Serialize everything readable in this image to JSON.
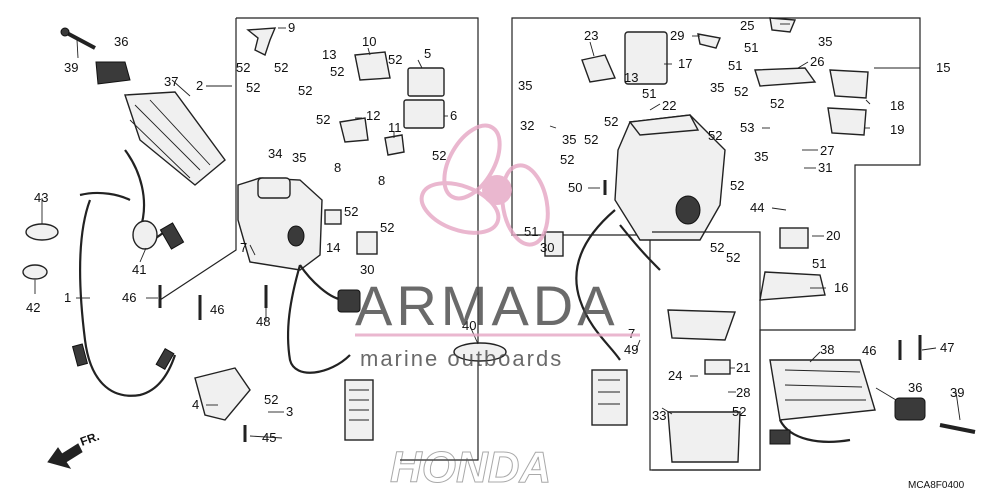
{
  "diagram": {
    "reference_code": "MCA8F0400",
    "direction_label": "FR.",
    "callouts": [
      "1",
      "2",
      "3",
      "4",
      "5",
      "6",
      "7",
      "8",
      "9",
      "10",
      "11",
      "12",
      "13",
      "14",
      "15",
      "16",
      "17",
      "18",
      "19",
      "20",
      "21",
      "22",
      "23",
      "24",
      "25",
      "26",
      "27",
      "28",
      "29",
      "30",
      "31",
      "32",
      "33",
      "34",
      "35",
      "36",
      "37",
      "38",
      "39",
      "40",
      "41",
      "42",
      "43",
      "44",
      "45",
      "46",
      "47",
      "48",
      "49",
      "50",
      "51",
      "52",
      "53"
    ]
  },
  "watermark": {
    "brand": "ARMADA",
    "tagline": "marine outboards",
    "maker": "HONDA",
    "accent_color": "#e6a6c4"
  }
}
